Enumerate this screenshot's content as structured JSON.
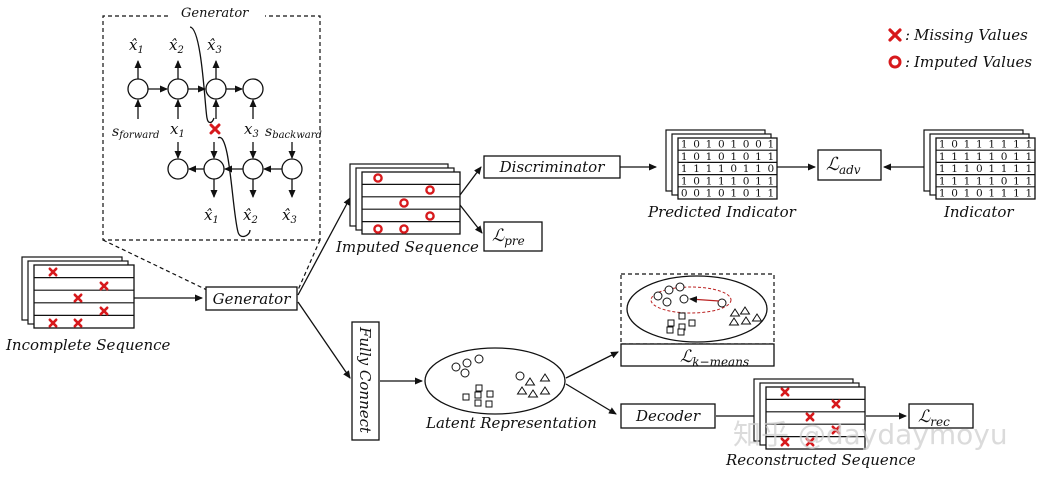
{
  "legend": {
    "missing": "Missing Values",
    "imputed": "Imputed Values",
    "sep": ":",
    "colors": {
      "marker": "#d7191c"
    }
  },
  "generator_inset": {
    "title": "Generator",
    "top_outputs": [
      "x̂",
      "x̂",
      "x̂"
    ],
    "top_output_subs": [
      "1",
      "2",
      "3"
    ],
    "bottom_outputs": [
      "x̂",
      "x̂",
      "x̂"
    ],
    "bottom_output_subs": [
      "1",
      "2",
      "3"
    ],
    "inputs": {
      "s_forward": "s",
      "s_forward_sub": "forward",
      "x1": "x",
      "x1_sub": "1",
      "x3": "x",
      "x3_sub": "3",
      "s_backward": "s",
      "s_backward_sub": "backward"
    }
  },
  "nodes": {
    "incomplete_sequence": "Incomplete Sequence",
    "generator": "Generator",
    "imputed_sequence": "Imputed Sequence",
    "discriminator": "Discriminator",
    "loss_pre": {
      "base": "ℒ",
      "sub": "pre"
    },
    "predicted_indicator": "Predicted Indicator",
    "loss_adv": {
      "base": "ℒ",
      "sub": "adv"
    },
    "indicator": "Indicator",
    "fully_connect": "Fully Connect",
    "latent_representation": "Latent Representation",
    "loss_kmeans": {
      "base": "ℒ",
      "sub": "k−means"
    },
    "decoder": "Decoder",
    "reconstructed_sequence": "Reconstructed Sequence",
    "loss_rec": {
      "base": "ℒ",
      "sub": "rec"
    }
  },
  "predicted_indicator_matrix": [
    [
      1,
      0,
      1,
      0,
      1,
      0,
      0,
      1
    ],
    [
      1,
      0,
      1,
      0,
      1,
      0,
      1,
      1
    ],
    [
      1,
      1,
      1,
      1,
      0,
      1,
      1,
      0
    ],
    [
      1,
      0,
      1,
      1,
      1,
      0,
      1,
      1
    ],
    [
      0,
      0,
      1,
      0,
      1,
      0,
      1,
      1
    ]
  ],
  "indicator_matrix": [
    [
      1,
      0,
      1,
      1,
      1,
      1,
      1,
      1
    ],
    [
      1,
      1,
      1,
      1,
      1,
      0,
      1,
      1
    ],
    [
      1,
      1,
      1,
      0,
      1,
      1,
      1,
      1
    ],
    [
      1,
      1,
      1,
      1,
      1,
      0,
      1,
      1
    ],
    [
      1,
      0,
      1,
      0,
      1,
      1,
      1,
      1
    ]
  ],
  "watermark": "知乎 @daydaymoyu"
}
